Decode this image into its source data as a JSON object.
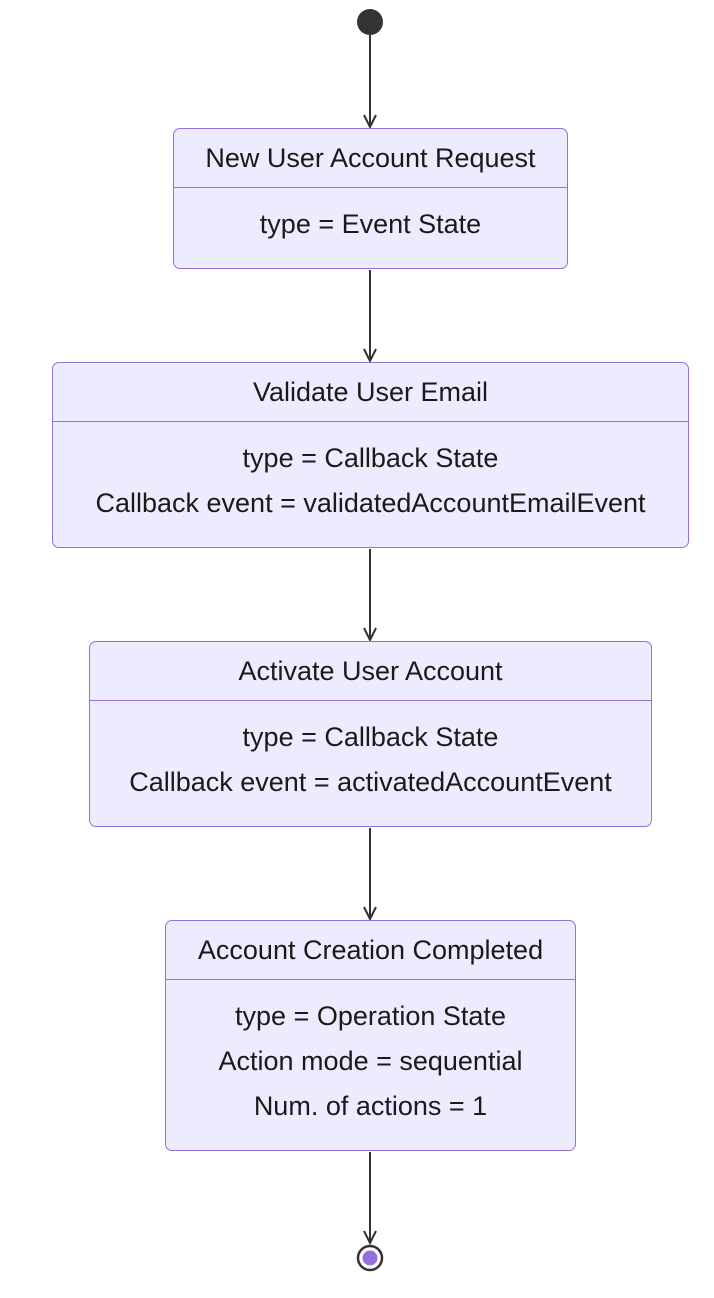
{
  "diagram": {
    "states": [
      {
        "id": "new-user-account-request",
        "title": "New User Account Request",
        "lines": [
          "type = Event State"
        ]
      },
      {
        "id": "validate-user-email",
        "title": "Validate User Email",
        "lines": [
          "type = Callback State",
          "Callback event = validatedAccountEmailEvent"
        ]
      },
      {
        "id": "activate-user-account",
        "title": "Activate User Account",
        "lines": [
          "type = Callback State",
          "Callback event = activatedAccountEvent"
        ]
      },
      {
        "id": "account-creation-completed",
        "title": "Account Creation Completed",
        "lines": [
          "type = Operation State",
          "Action mode = sequential",
          "Num. of actions = 1"
        ]
      }
    ],
    "colors": {
      "state_fill": "#ececfe",
      "state_border": "#9370db",
      "edge": "#333333",
      "start_node": "#333333",
      "end_node_inner": "#9370db"
    }
  }
}
